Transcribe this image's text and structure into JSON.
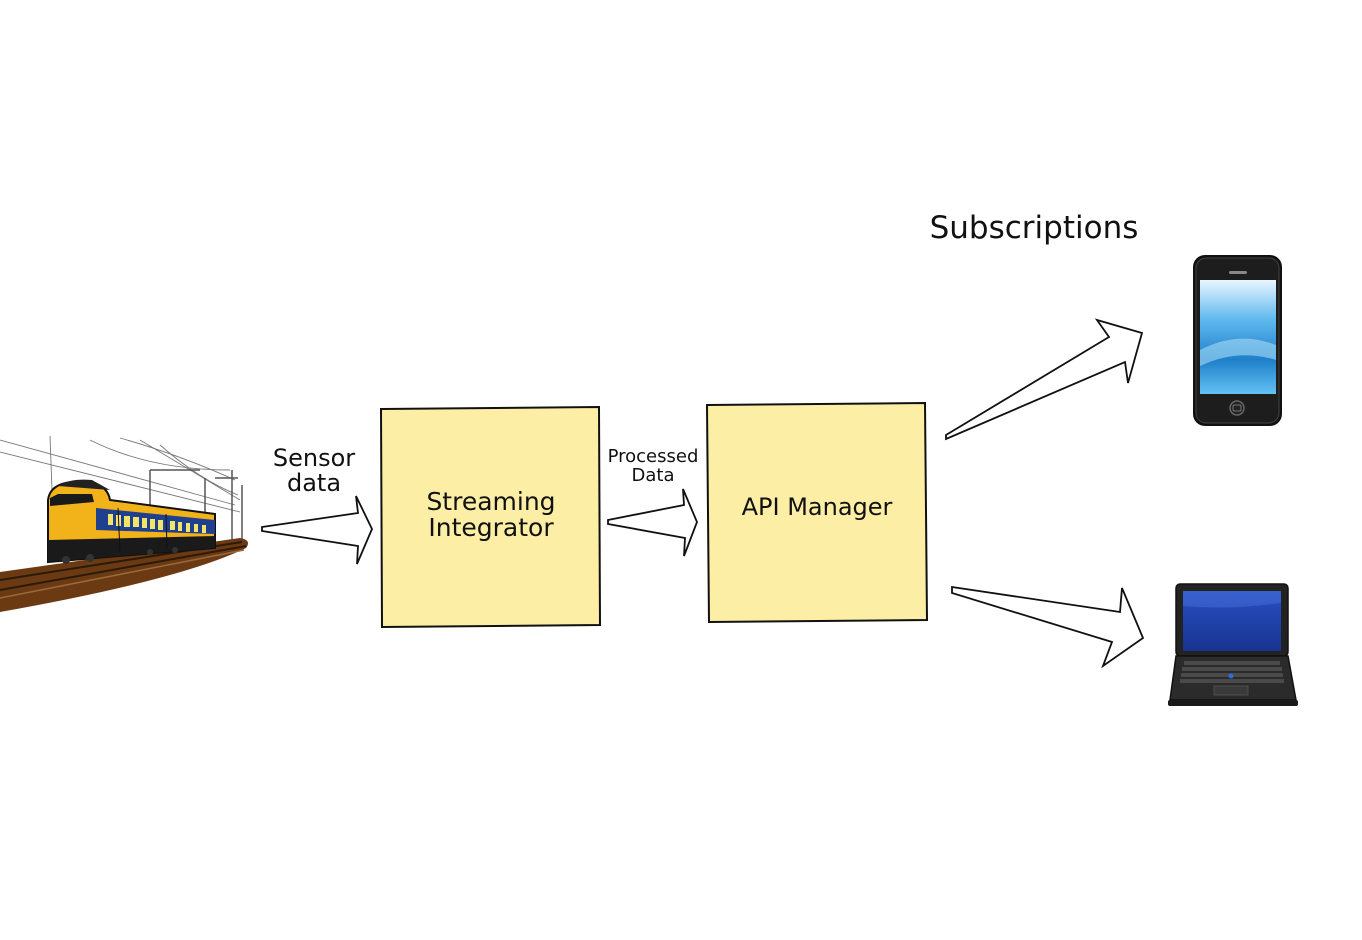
{
  "diagram": {
    "sensor_label_line1": "Sensor",
    "sensor_label_line2": "data",
    "processed_label_line1": "Processed",
    "processed_label_line2": "Data",
    "streaming_line1": "Streaming",
    "streaming_line2": "Integrator",
    "api_manager": "API Manager",
    "subscriptions": "Subscriptions",
    "box_fill": "#fdeea6",
    "train_yellow": "#f2b21a",
    "train_blue": "#1f3f8f"
  },
  "icons": {
    "train": "train-icon",
    "phone": "smartphone-icon",
    "laptop": "laptop-icon"
  }
}
